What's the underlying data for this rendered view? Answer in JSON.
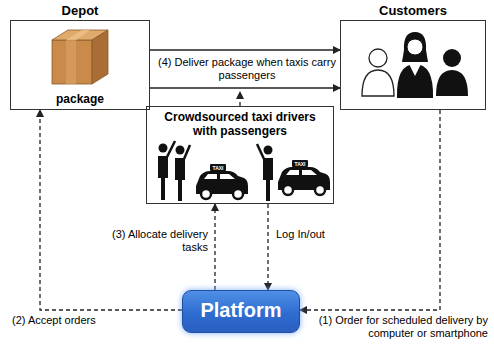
{
  "diagram": {
    "nodes": [
      {
        "text": [
          "Depot",
          "package"
        ]
      },
      {
        "text": [
          "Customers"
        ]
      },
      {
        "text": [
          "Crowdsourced taxi drivers with passengers"
        ]
      },
      {
        "text": [
          "Platform"
        ]
      }
    ],
    "edges": [
      {
        "from": 0,
        "to": 1,
        "arrow": "to",
        "label": "(4) Deliver package when taxis carry passengers"
      },
      {
        "from": 0,
        "to": 1,
        "arrow": "to"
      },
      {
        "from": 1,
        "to": 3,
        "arrow": "to",
        "label": "(1) Order for scheduled delivery by computer or smartphone"
      },
      {
        "from": 3,
        "to": 0,
        "arrow": "to",
        "label": "(2) Accept orders"
      },
      {
        "from": 3,
        "to": 2,
        "arrow": "to",
        "label": "(3) Allocate delivery tasks"
      },
      {
        "from": 2,
        "to": 3,
        "arrow": "to",
        "label": "Log In/out"
      }
    ],
    "labels": [
      "TAXI",
      "TAXI"
    ]
  }
}
